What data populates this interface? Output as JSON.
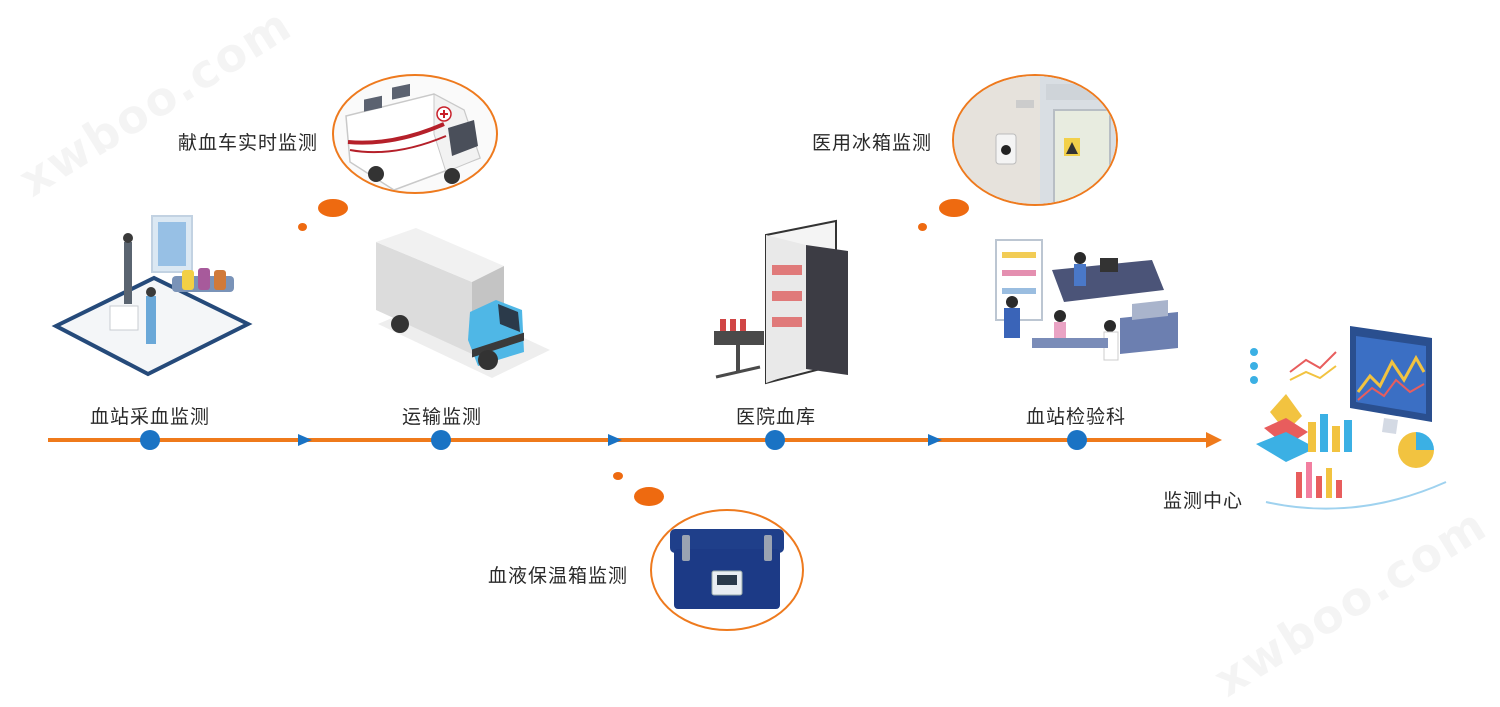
{
  "watermark": "xwboo.com",
  "colors": {
    "line": "#ef7a1b",
    "node": "#1a73c4",
    "arrow": "#1a73c4",
    "bubble_border": "#ee7a1e"
  },
  "stages": [
    {
      "label": "血站采血监测"
    },
    {
      "label": "运输监测"
    },
    {
      "label": "医院血库"
    },
    {
      "label": "血站检验科"
    }
  ],
  "end_label": "监测中心",
  "callouts": [
    {
      "label": "献血车实时监测"
    },
    {
      "label": "医用冰箱监测"
    },
    {
      "label": "血液保温箱监测"
    }
  ]
}
